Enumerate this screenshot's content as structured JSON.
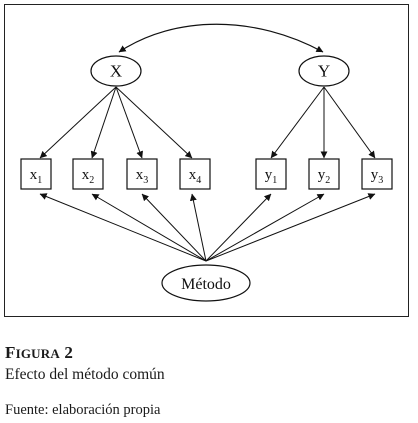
{
  "diagram": {
    "latent": {
      "x": "X",
      "y": "Y"
    },
    "method": "Método",
    "x_indicators": [
      {
        "base": "x",
        "sub": "1"
      },
      {
        "base": "x",
        "sub": "2"
      },
      {
        "base": "x",
        "sub": "3"
      },
      {
        "base": "x",
        "sub": "4"
      }
    ],
    "y_indicators": [
      {
        "base": "y",
        "sub": "1"
      },
      {
        "base": "y",
        "sub": "2"
      },
      {
        "base": "y",
        "sub": "3"
      }
    ]
  },
  "caption": {
    "figure_first": "F",
    "figure_rest": "IGURA",
    "figure_number": "2",
    "subtitle": "Efecto del método común",
    "source": "Fuente: elaboración propia"
  }
}
